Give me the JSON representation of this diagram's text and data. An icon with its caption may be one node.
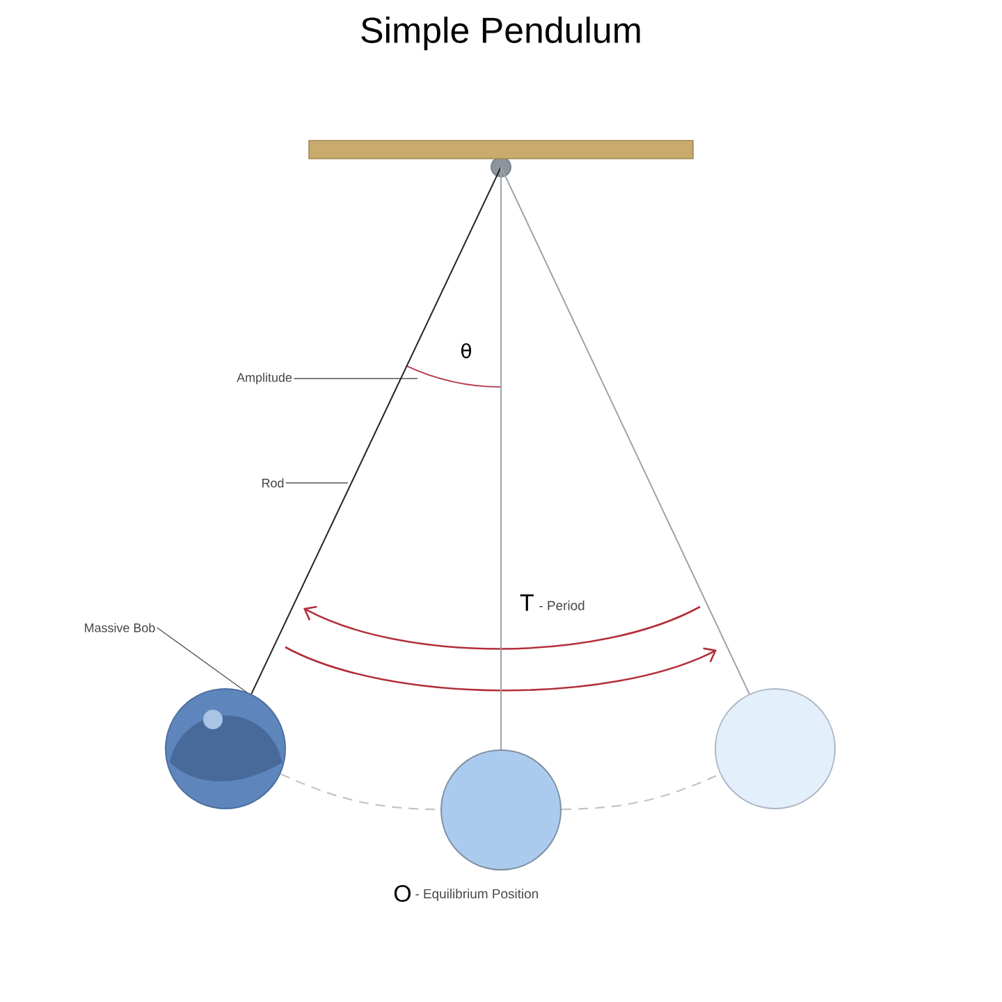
{
  "diagram": {
    "title": "Simple Pendulum",
    "nodes": [
      {
        "text": [
          "Amplitude"
        ]
      },
      {
        "text": [
          "Rod"
        ]
      },
      {
        "text": [
          "Massive Bob"
        ]
      },
      {
        "text": [],
        "shape": "circle"
      },
      {
        "text": [],
        "shape": "circle"
      },
      {
        "text": [],
        "shape": "circle",
        "beside": [
          "O",
          "- Equilibrium Position"
        ]
      },
      {
        "text": [],
        "shape": "circle"
      },
      {
        "text": [],
        "shape": "bar"
      }
    ],
    "edges": [
      {
        "from": 0,
        "to": null,
        "arrow": "none"
      },
      {
        "from": 1,
        "to": null,
        "arrow": "none"
      },
      {
        "from": 2,
        "to": 4,
        "arrow": "none"
      },
      {
        "from": 3,
        "to": 4,
        "arrow": "none",
        "color": "#222222"
      },
      {
        "from": 3,
        "to": 5,
        "arrow": "none",
        "color": "#9aa3ab"
      },
      {
        "from": 3,
        "to": 6,
        "arrow": "none",
        "color": "#9aa3ab"
      },
      {
        "from": 4,
        "to": 5,
        "arrow": "none",
        "style": "dashed",
        "color": "#c4c4c4"
      },
      {
        "from": 5,
        "to": 6,
        "arrow": "none",
        "style": "dashed",
        "color": "#c4c4c4"
      }
    ],
    "labels": [
      "θ",
      "T",
      "- Period"
    ]
  }
}
